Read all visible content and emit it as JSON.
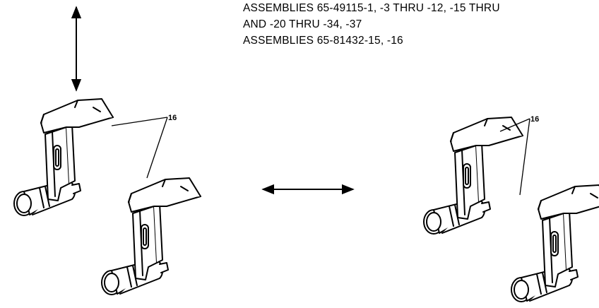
{
  "caption": {
    "line1": "ASSEMBLIES 65-49115-1, -3 THRU -12, -15 THRU",
    "line2": "AND -20 THRU -34, -37",
    "line3": "ASSEMBLIES 65-81432-15, -16"
  },
  "callouts": {
    "left": "16",
    "right": "16"
  },
  "colors": {
    "ink": "#000000",
    "paper": "#ffffff"
  }
}
